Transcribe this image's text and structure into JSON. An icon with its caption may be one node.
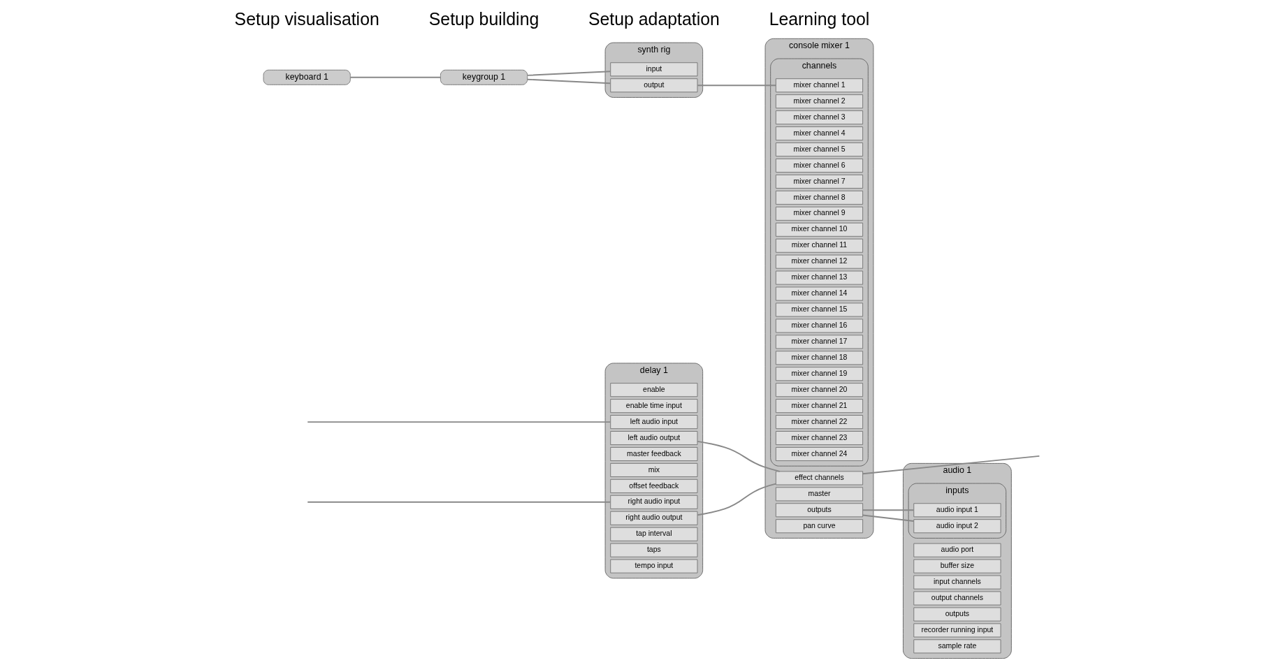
{
  "diagram": {
    "nodes": [
      {
        "text": [
          "keyboard 1"
        ]
      },
      {
        "text": [
          "keygroup 1"
        ]
      },
      {
        "text": [
          "synth rig"
        ]
      },
      {
        "text": [
          "input"
        ],
        "in": 2
      },
      {
        "text": [
          "output"
        ],
        "in": 2
      },
      {
        "text": [
          "console mixer 1"
        ]
      },
      {
        "text": [
          "channels"
        ],
        "in": 5
      },
      {
        "text": [
          "mixer channel 1"
        ],
        "in": 6
      },
      {
        "text": [
          "mixer channel 2"
        ],
        "in": 6
      },
      {
        "text": [
          "mixer channel 3"
        ],
        "in": 6
      },
      {
        "text": [
          "mixer channel 4"
        ],
        "in": 6
      },
      {
        "text": [
          "mixer channel 5"
        ],
        "in": 6
      },
      {
        "text": [
          "mixer channel 6"
        ],
        "in": 6
      },
      {
        "text": [
          "mixer channel 7"
        ],
        "in": 6
      },
      {
        "text": [
          "mixer channel 8"
        ],
        "in": 6
      },
      {
        "text": [
          "mixer channel 9"
        ],
        "in": 6
      },
      {
        "text": [
          "mixer channel 10"
        ],
        "in": 6
      },
      {
        "text": [
          "mixer channel 11"
        ],
        "in": 6
      },
      {
        "text": [
          "mixer channel 12"
        ],
        "in": 6
      },
      {
        "text": [
          "mixer channel 13"
        ],
        "in": 6
      },
      {
        "text": [
          "mixer channel 14"
        ],
        "in": 6
      },
      {
        "text": [
          "mixer channel 15"
        ],
        "in": 6
      },
      {
        "text": [
          "mixer channel 16"
        ],
        "in": 6
      },
      {
        "text": [
          "mixer channel 17"
        ],
        "in": 6
      },
      {
        "text": [
          "mixer channel 18"
        ],
        "in": 6
      },
      {
        "text": [
          "mixer channel 19"
        ],
        "in": 6
      },
      {
        "text": [
          "mixer channel 20"
        ],
        "in": 6
      },
      {
        "text": [
          "mixer channel 21"
        ],
        "in": 6
      },
      {
        "text": [
          "mixer channel 22"
        ],
        "in": 6
      },
      {
        "text": [
          "mixer channel 23"
        ],
        "in": 6
      },
      {
        "text": [
          "mixer channel 24"
        ],
        "in": 6
      },
      {
        "text": [
          "effect channels"
        ],
        "in": 5
      },
      {
        "text": [
          "master"
        ],
        "in": 5
      },
      {
        "text": [
          "outputs"
        ],
        "in": 5
      },
      {
        "text": [
          "pan curve"
        ],
        "in": 5
      },
      {
        "text": [
          "delay 1"
        ]
      },
      {
        "text": [
          "enable"
        ],
        "in": 35
      },
      {
        "text": [
          "enable time input"
        ],
        "in": 35
      },
      {
        "text": [
          "left audio input"
        ],
        "in": 35
      },
      {
        "text": [
          "left audio output"
        ],
        "in": 35
      },
      {
        "text": [
          "master feedback"
        ],
        "in": 35
      },
      {
        "text": [
          "mix"
        ],
        "in": 35
      },
      {
        "text": [
          "offset feedback"
        ],
        "in": 35
      },
      {
        "text": [
          "right audio input"
        ],
        "in": 35
      },
      {
        "text": [
          "right audio output"
        ],
        "in": 35
      },
      {
        "text": [
          "tap interval"
        ],
        "in": 35
      },
      {
        "text": [
          "taps"
        ],
        "in": 35
      },
      {
        "text": [
          "tempo input"
        ],
        "in": 35
      },
      {
        "text": [
          "audio 1"
        ]
      },
      {
        "text": [
          "audio port"
        ],
        "in": 48
      },
      {
        "text": [
          "buffer size"
        ],
        "in": 48
      },
      {
        "text": [
          "input channels"
        ],
        "in": 48
      },
      {
        "text": [
          "inputs"
        ],
        "in": 48
      },
      {
        "text": [
          "audio input 1"
        ],
        "in": 52
      },
      {
        "text": [
          "audio input 2"
        ],
        "in": 52
      },
      {
        "text": [
          "output channels"
        ],
        "in": 48
      },
      {
        "text": [
          "outputs"
        ],
        "in": 48
      },
      {
        "text": [
          "recorder running input"
        ],
        "in": 48
      },
      {
        "text": [
          "sample rate"
        ],
        "in": 48
      }
    ],
    "edges": [
      {
        "from": 0,
        "to": 1,
        "arrow": "none"
      },
      {
        "from": 1,
        "to": 3,
        "arrow": "none"
      },
      {
        "from": 1,
        "to": 4,
        "arrow": "none"
      },
      {
        "from": 4,
        "to": 7,
        "arrow": "none"
      },
      {
        "from": 39,
        "to": 31,
        "arrow": "none"
      },
      {
        "from": 44,
        "to": 31,
        "arrow": "none"
      },
      {
        "from": 33,
        "to": 53,
        "arrow": "none"
      },
      {
        "from": 33,
        "to": 54,
        "arrow": "none"
      },
      {
        "from": 31,
        "to": null,
        "arrow": "none"
      },
      {
        "from": null,
        "to": 38,
        "arrow": "none"
      },
      {
        "from": null,
        "to": 43,
        "arrow": "none"
      }
    ],
    "labels": [
      "Setup visualisation",
      "Setup building",
      "Setup adaptation",
      "Learning tool"
    ]
  }
}
